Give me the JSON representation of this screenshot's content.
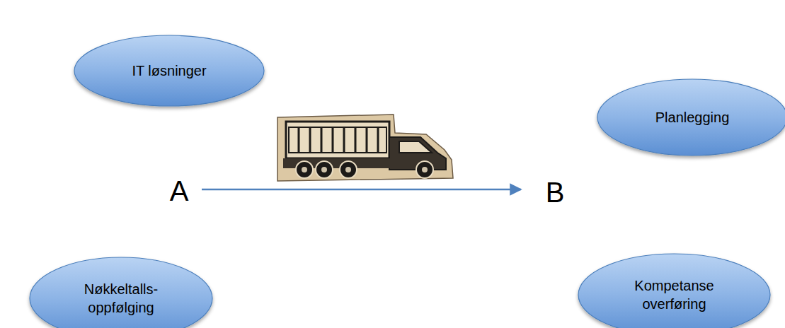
{
  "diagram": {
    "nodes": [
      {
        "text": [
          "IT løsninger"
        ]
      },
      {
        "text": [
          "Planlegging"
        ]
      },
      {
        "text": [
          "Nøkkeltalls- oppfølging"
        ]
      },
      {
        "text": [
          "Kompetanse overføring"
        ]
      }
    ],
    "labels": [
      "A",
      "B"
    ]
  }
}
